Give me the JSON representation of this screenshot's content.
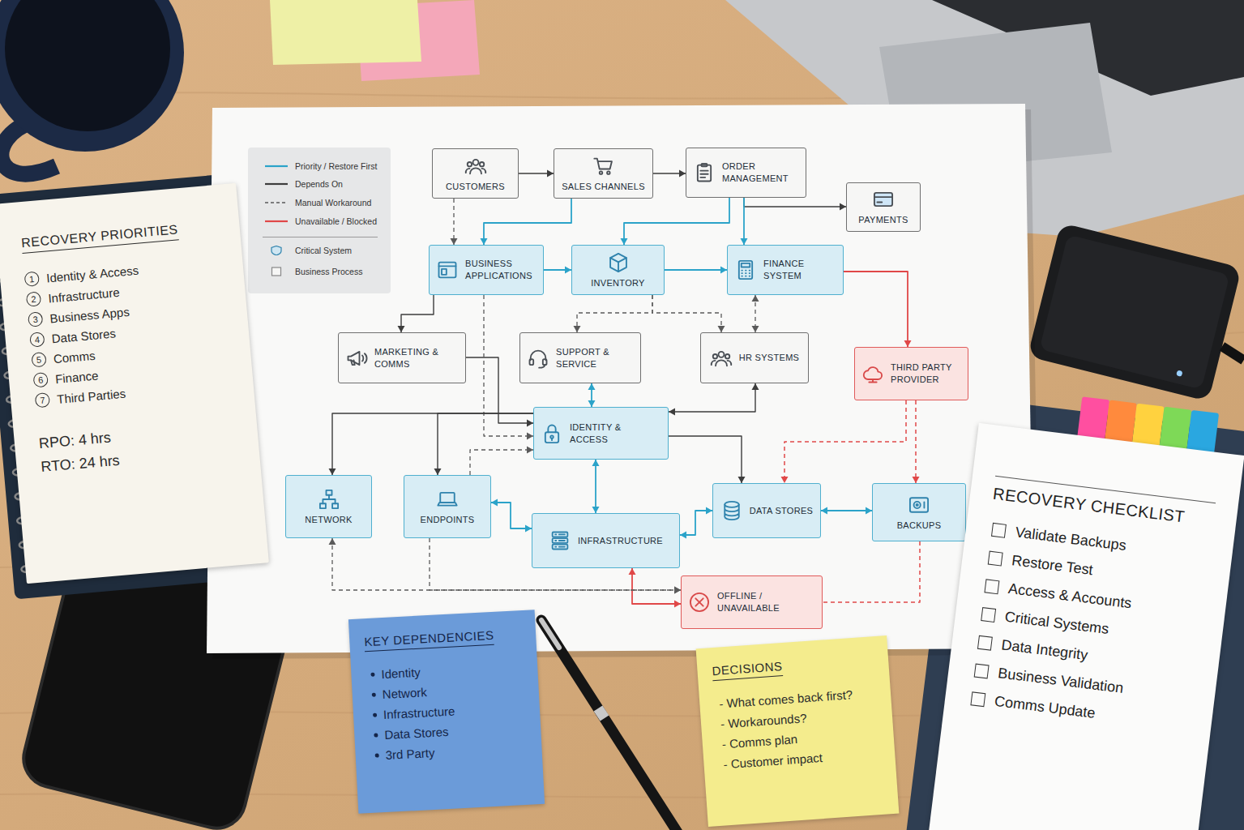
{
  "diagram": {
    "nodes": [
      {
        "text": [
          "CUSTOMERS"
        ]
      },
      {
        "text": [
          "SALES CHANNELS"
        ]
      },
      {
        "text": [
          "ORDER MANAGEMENT"
        ]
      },
      {
        "text": [
          "PAYMENTS"
        ]
      },
      {
        "text": [
          "BUSINESS APPLICATIONS"
        ]
      },
      {
        "text": [
          "INVENTORY"
        ]
      },
      {
        "text": [
          "FINANCE SYSTEM"
        ]
      },
      {
        "text": [
          "MARKETING & COMMS"
        ]
      },
      {
        "text": [
          "SUPPORT & SERVICE"
        ]
      },
      {
        "text": [
          "HR SYSTEMS"
        ]
      },
      {
        "text": [
          "THIRD PARTY PROVIDER"
        ]
      },
      {
        "text": [
          "IDENTITY & ACCESS"
        ]
      },
      {
        "text": [
          "NETWORK"
        ]
      },
      {
        "text": [
          "ENDPOINTS"
        ]
      },
      {
        "text": [
          "DATA STORES"
        ]
      },
      {
        "text": [
          "BACKUPS"
        ]
      },
      {
        "text": [
          "INFRASTRUCTURE"
        ]
      },
      {
        "text": [
          "OFFLINE / UNAVAILABLE"
        ]
      },
      {
        "text": [
          "RECOVERY PRIORITIES",
          "1",
          "Identity & Access",
          "2",
          "Infrastructure",
          "3",
          "Business Apps",
          "4",
          "Data Stores",
          "5",
          "Comms",
          "6",
          "Finance",
          "7",
          "Third Parties",
          "RPO: 4 hrs",
          "RTO: 24 hrs"
        ]
      },
      {
        "text": [
          "KEY DEPENDENCIES",
          "Identity",
          "Network",
          "Infrastructure",
          "Data Stores",
          "3rd Party"
        ]
      },
      {
        "text": [
          "DECISIONS",
          "- What comes back first?",
          "- Workarounds?",
          "- Comms plan",
          "- Customer impact"
        ]
      },
      {
        "text": [
          "RECOVERY CHECKLIST",
          "Validate Backups",
          "Restore Test",
          "Access & Accounts",
          "Critical Systems",
          "Data Integrity",
          "Business Validation",
          "Comms Update"
        ]
      }
    ],
    "edges": [
      {
        "from": 0,
        "to": 1,
        "arrow": "to"
      },
      {
        "from": 1,
        "to": 2,
        "arrow": "to"
      },
      {
        "from": 2,
        "to": 3,
        "arrow": "to"
      },
      {
        "from": 0,
        "to": 4,
        "arrow": "to"
      },
      {
        "from": 1,
        "to": 4,
        "arrow": "to"
      },
      {
        "from": 2,
        "to": 5,
        "arrow": "to"
      },
      {
        "from": 2,
        "to": 6,
        "arrow": "to"
      },
      {
        "from": 4,
        "to": 5,
        "arrow": "to"
      },
      {
        "from": 5,
        "to": 6,
        "arrow": "to"
      },
      {
        "from": 6,
        "to": 10,
        "arrow": "to"
      },
      {
        "from": 4,
        "to": 7,
        "arrow": "to"
      },
      {
        "from": 5,
        "to": 8,
        "arrow": "to"
      },
      {
        "from": 5,
        "to": 9,
        "arrow": "to"
      },
      {
        "from": 6,
        "to": 9,
        "arrow": "both"
      },
      {
        "from": 8,
        "to": 11,
        "arrow": "both"
      },
      {
        "from": 11,
        "to": 9,
        "arrow": "both"
      },
      {
        "from": 7,
        "to": 11,
        "arrow": "to"
      },
      {
        "from": 4,
        "to": 11,
        "arrow": "to"
      },
      {
        "from": 11,
        "to": 12,
        "arrow": "to"
      },
      {
        "from": 11,
        "to": 13,
        "arrow": "to"
      },
      {
        "from": 13,
        "to": 11,
        "arrow": "to"
      },
      {
        "from": 11,
        "to": 14,
        "arrow": "to"
      },
      {
        "from": 11,
        "to": 16,
        "arrow": "both"
      },
      {
        "from": 13,
        "to": 16,
        "arrow": "both"
      },
      {
        "from": 16,
        "to": 14,
        "arrow": "both"
      },
      {
        "from": 14,
        "to": 15,
        "arrow": "both"
      },
      {
        "from": 10,
        "to": 14,
        "arrow": "to"
      },
      {
        "from": 10,
        "to": 15,
        "arrow": "to"
      },
      {
        "from": 15,
        "to": 17,
        "arrow": "none"
      },
      {
        "from": 16,
        "to": 17,
        "arrow": "both"
      },
      {
        "from": 12,
        "to": 17,
        "arrow": "both"
      },
      {
        "from": 13,
        "to": 17,
        "arrow": "to"
      }
    ],
    "legend": [
      {
        "text": "Priority / Restore First"
      },
      {
        "text": "Depends On"
      },
      {
        "text": "Manual Workaround"
      },
      {
        "text": "Unavailable / Blocked"
      },
      {
        "text": "Critical System"
      },
      {
        "text": "Business Process"
      }
    ]
  }
}
